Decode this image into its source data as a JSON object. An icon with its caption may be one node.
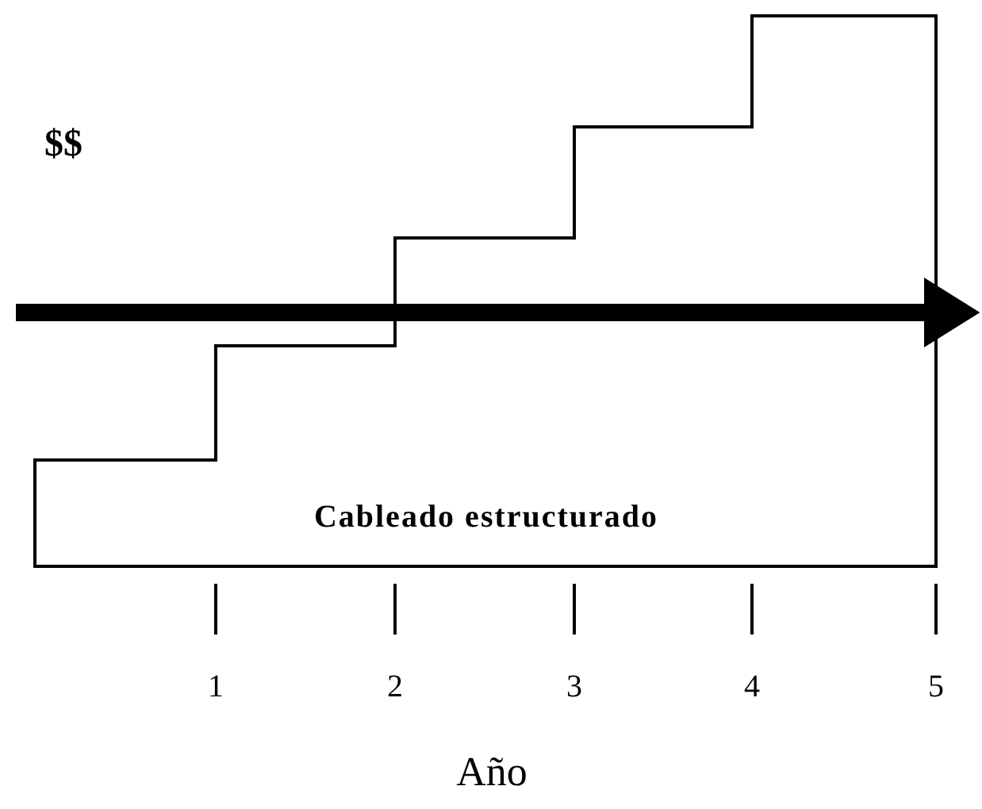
{
  "diagram": {
    "nodes": [
      {
        "text": [
          "Cableado estructurado"
        ]
      }
    ],
    "labels": [
      "$$",
      "1",
      "2",
      "3",
      "4",
      "5",
      "Año"
    ]
  }
}
